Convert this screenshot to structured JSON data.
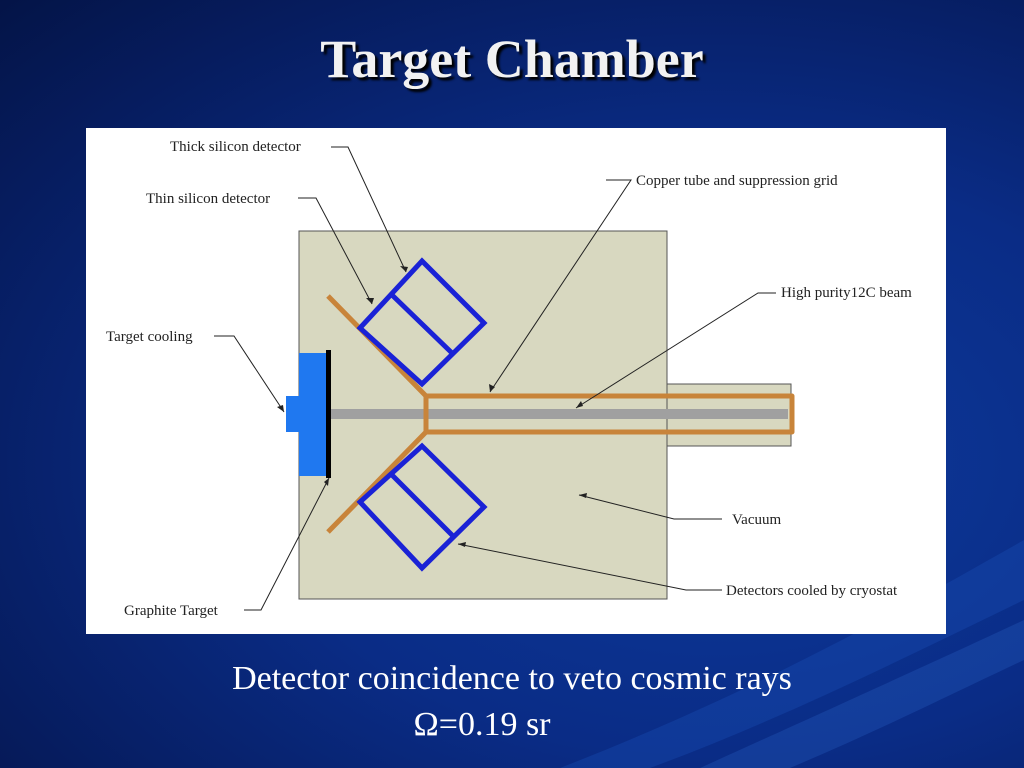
{
  "slide": {
    "title": "Target Chamber",
    "caption_line1": "Detector coincidence to veto cosmic rays",
    "caption_line2": "Ω=0.19 sr"
  },
  "diagram": {
    "labels": {
      "thick_silicon": "Thick silicon detector",
      "thin_silicon": "Thin silicon detector",
      "copper_tube": "Copper tube and suppression grid",
      "beam": "High purity12C beam",
      "target_cooling": "Target cooling",
      "vacuum": "Vacuum",
      "detectors_cooled": "Detectors cooled by cryostat",
      "graphite_target": "Graphite Target"
    },
    "colors": {
      "chamber": "#d8d8c0",
      "copper": "#c8843a",
      "detector": "#1a22d6",
      "cooling": "#1f78f0",
      "target": "#000000",
      "beam": "#a0a0a0"
    }
  }
}
